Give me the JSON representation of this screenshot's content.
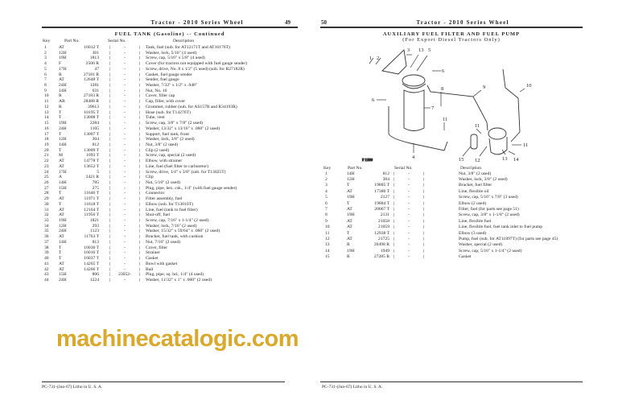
{
  "left_page": {
    "running_head": "Tractor - 2010 Series Wheel",
    "page_number": "49",
    "section_title": "FUEL TANK (Gasoline) -- Continued",
    "columns": {
      "key": "Key",
      "part": "Part No.",
      "serial": "Serial No.",
      "desc": "Description"
    },
    "rows": [
      [
        "1",
        "AT",
        "16012 T",
        "-",
        "Tank, fuel (sub. for AT12171T and AT16176T)"
      ],
      [
        "2",
        "12H",
        "301",
        "-",
        "Washer, lock, 5/16\" (4 used)"
      ],
      [
        "3",
        "19H",
        "1813",
        "-",
        "Screw, cap, 5/16\" x 5/8\" (4 used)"
      ],
      [
        "4",
        "F",
        "2506 R",
        "-",
        "Cover (for tractors not equipped with fuel gauge sender)"
      ],
      [
        "5",
        "17H",
        "47",
        "-",
        "Screw, drive, No. 8 x 1/2\" (5 used) (sub. for R27182R)"
      ],
      [
        "6",
        "R",
        "27181 R",
        "-",
        "Gasket, fuel gauge sender"
      ],
      [
        "7",
        "AT",
        "12648 T",
        "-",
        "Sender, fuel gauge"
      ],
      [
        "8",
        "24H",
        "1281",
        "-",
        "Washer, 7/32\" x 1/2\" x .048\""
      ],
      [
        "9",
        "14H",
        "631",
        "-",
        "Nut, No. 10"
      ],
      [
        "10",
        "R",
        "27183 R",
        "-",
        "Cover, filler cap"
      ],
      [
        "11",
        "AR",
        "28488 R",
        "-",
        "Cap, filler, with cover"
      ],
      [
        "12",
        "R",
        "39613",
        "-",
        "Grommet, rubber (sub. for AS157R and R34193R)"
      ],
      [
        "13",
        "T",
        "10195 T",
        "-",
        "Hose (sub. for T14276T)"
      ],
      [
        "14",
        "T",
        "13008 T",
        "-",
        "Tube, vent"
      ],
      [
        "15",
        "19H",
        "2284",
        "-",
        "Screw, cap, 3/8\" x 7/8\" (2 used)"
      ],
      [
        "16",
        "24H",
        "1105",
        "-",
        "Washer, 13/32\" x 13/16\" x .060\" (2 used)"
      ],
      [
        "17",
        "T",
        "13007 T",
        "-",
        "Support, fuel tank, front"
      ],
      [
        "18",
        "12H",
        "304",
        "-",
        "Washer, lock, 3/8\" (2 used)"
      ],
      [
        "19",
        "14H",
        "812",
        "-",
        "Nut, 3/8\" (2 used)"
      ],
      [
        "20",
        "T",
        "13009 T",
        "-",
        "Clip (2 used)"
      ],
      [
        "21",
        "M",
        "1093 T",
        "-",
        "Screw, cap, special (2 used)"
      ],
      [
        "22",
        "AT",
        "14778 T",
        "-",
        "Elbow, with strainer"
      ],
      [
        "23",
        "AT",
        "13652 T",
        "-",
        "Line, fuel (fuel filter to carburetor)"
      ],
      [
        "24",
        "17H",
        "5",
        "-",
        "Screw, drive, 1/4\" x 3/8\" (sub. for T13025T)"
      ],
      [
        "25",
        "A",
        "2421 R",
        "-",
        "Clip"
      ],
      [
        "26",
        "14H",
        "785",
        "-",
        "Nut, 5/16\" (2 used)"
      ],
      [
        "27",
        "15H",
        "275",
        "-",
        "Plug, pipe, hex. csk., 1/4\" (with fuel gauge sender)"
      ],
      [
        "28",
        "T",
        "11646 T",
        "-",
        "Connector"
      ],
      [
        "29",
        "AT",
        "11971 T",
        "-",
        "Filter assembly, fuel"
      ],
      [
        "30",
        "T",
        "11618 T",
        "-",
        "Elbow (sub. for T13010T)"
      ],
      [
        "31",
        "AT",
        "12164 T",
        "-",
        "Line, fuel (tank to fuel filter)"
      ],
      [
        "32",
        "AT",
        "11956 T",
        "-",
        "Shut-off, fuel"
      ],
      [
        "33",
        "19H",
        "1821",
        "-",
        "Screw, cap, 7/16\" x 1-1/4\" (2 used)"
      ],
      [
        "34",
        "12H",
        "293",
        "-",
        "Washer, lock, 7/16\" (2 used)"
      ],
      [
        "35",
        "24H",
        "1123",
        "-",
        "Washer, 15/32\" x 59/64\" x .060\" (2 used)"
      ],
      [
        "36",
        "AT",
        "11763 T",
        "-",
        "Bracket, fuel tank, with cushion"
      ],
      [
        "37",
        "14H",
        "813",
        "-",
        "Nut, 7/16\" (2 used)"
      ],
      [
        "38",
        "T",
        "16036 T",
        "-",
        "Cover, filter"
      ],
      [
        "39",
        "T",
        "16016 T",
        "-",
        "Strainer"
      ],
      [
        "40",
        "T",
        "16037 T",
        "-",
        "Gasket"
      ],
      [
        "41",
        "AT",
        "14265 T",
        "-",
        "Bowl with gasket"
      ],
      [
        "42",
        "AT",
        "14266 T",
        "-",
        "Bail"
      ],
      [
        "43",
        "15H",
        "806",
        "23052-",
        "Plug, pipe, sq. hd., 1/4\" (4 used)"
      ],
      [
        "44",
        "24H",
        "1224",
        "-",
        "Washer, 11/32\" x 1\" x .060\" (2 used)"
      ]
    ],
    "footer": "PC-731-(Jun-67) Litho in U. S. A."
  },
  "right_page": {
    "page_number": "50",
    "running_head": "Tractor - 2010 Series Wheel",
    "section_title": "AUXILIARY FUEL FILTER AND FUEL PUMP",
    "section_subtitle": "(For Export Diesel Tractors Only)",
    "figure_id": "F 11599",
    "callouts": [
      "1",
      "2",
      "3",
      "13",
      "5",
      "6",
      "6",
      "7",
      "8",
      "9",
      "10",
      "11",
      "11",
      "11",
      "4",
      "15",
      "12",
      "13",
      "14"
    ],
    "columns": {
      "key": "Key",
      "part": "Part No.",
      "serial": "Serial No.",
      "desc": "Description"
    },
    "rows": [
      [
        "1",
        "14H",
        "812",
        "-",
        "Nut, 3/8\" (2 used)"
      ],
      [
        "2",
        "12H",
        "304",
        "-",
        "Washer, lock, 3/8\" (2 used)"
      ],
      [
        "3",
        "T",
        "19885 T",
        "-",
        "Bracket, fuel filter"
      ],
      [
        "4",
        "AT",
        "17380 T",
        "-",
        "Line, flexible oil"
      ],
      [
        "5",
        "19H",
        "2127",
        "-",
        "Screw, cap, 5/16\" x 7/8\" (3 used)"
      ],
      [
        "6",
        "T",
        "19884 T",
        "-",
        "Elbow (2 used)"
      ],
      [
        "7",
        "AT",
        "20067 T",
        "-",
        "Filter, fuel (for parts see page 51)"
      ],
      [
        "8",
        "19H",
        "2131",
        "-",
        "Screw, cap, 3/8\" x 1-1/8\" (2 used)"
      ],
      [
        "9",
        "AT",
        "21058",
        "-",
        "Line, flexible fuel"
      ],
      [
        "10",
        "AT",
        "21059",
        "-",
        "Line, flexible fuel, fuel tank inlet to fuel pump"
      ],
      [
        "11",
        "T",
        "12938 T",
        "-",
        "Elbow (3 used)"
      ],
      [
        "12",
        "AT",
        "21725",
        "-",
        "Pump, fuel (sub. for AT11897T) (for parts see page 45)"
      ],
      [
        "13",
        "R",
        "20498 R",
        "-",
        "Washer, special (2 used)"
      ],
      [
        "14",
        "19H",
        "1949",
        "-",
        "Screw, cap, 5/16\" x 1-1/4\" (2 used)"
      ],
      [
        "15",
        "R",
        "27285 R",
        "-",
        "Gasket"
      ]
    ],
    "footer": "PC-731-(Jun-67) Litho in U. S. A."
  },
  "watermark": {
    "text": "machinecatalogic.com",
    "color": "#d4a017"
  }
}
